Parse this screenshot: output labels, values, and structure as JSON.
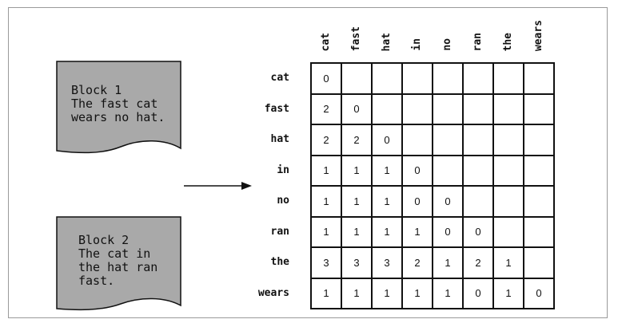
{
  "documents": [
    {
      "lines": [
        "Block 1",
        "The fast cat",
        "wears no hat."
      ]
    },
    {
      "lines": [
        "Block 2",
        "The cat in",
        "the hat ran",
        "fast."
      ]
    }
  ],
  "matrix": {
    "columns": [
      "cat",
      "fast",
      "hat",
      "in",
      "no",
      "ran",
      "the",
      "wears"
    ],
    "rows": [
      "cat",
      "fast",
      "hat",
      "in",
      "no",
      "ran",
      "the",
      "wears"
    ],
    "values": [
      [
        "0",
        "",
        "",
        "",
        "",
        "",
        "",
        ""
      ],
      [
        "2",
        "0",
        "",
        "",
        "",
        "",
        "",
        ""
      ],
      [
        "2",
        "2",
        "0",
        "",
        "",
        "",
        "",
        ""
      ],
      [
        "1",
        "1",
        "1",
        "0",
        "",
        "",
        "",
        ""
      ],
      [
        "1",
        "1",
        "1",
        "0",
        "0",
        "",
        "",
        ""
      ],
      [
        "1",
        "1",
        "1",
        "1",
        "0",
        "0",
        "",
        ""
      ],
      [
        "3",
        "3",
        "3",
        "2",
        "1",
        "2",
        "1",
        ""
      ],
      [
        "1",
        "1",
        "1",
        "1",
        "1",
        "0",
        "1",
        "0"
      ]
    ]
  },
  "colors": {
    "doc_fill": "#a9a9a9",
    "line": "#111111"
  }
}
